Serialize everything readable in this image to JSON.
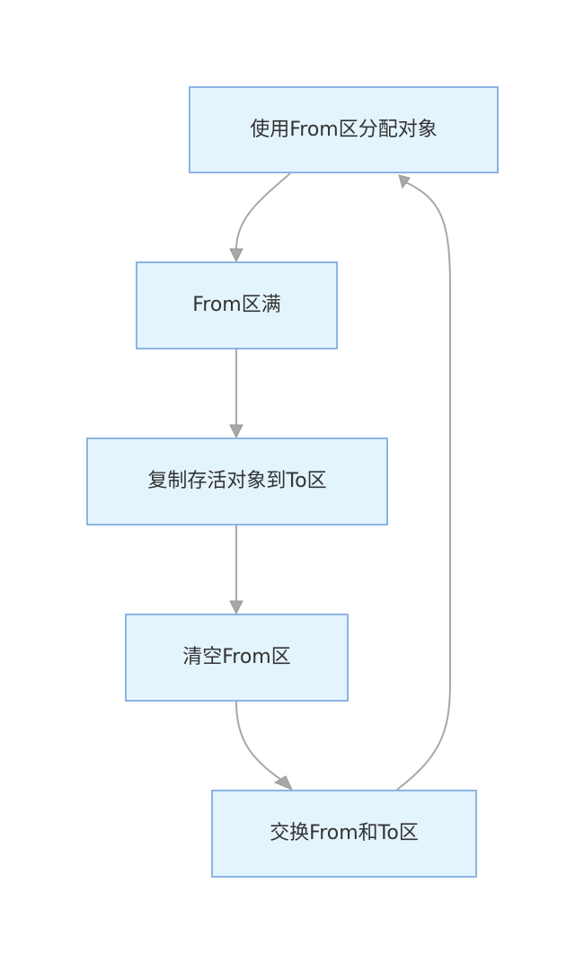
{
  "diagram": {
    "type": "flowchart",
    "nodes": [
      {
        "id": "allocate",
        "label": "使用From区分配对象"
      },
      {
        "id": "full",
        "label": "From区满"
      },
      {
        "id": "copy",
        "label": "复制存活对象到To区"
      },
      {
        "id": "clear",
        "label": "清空From区"
      },
      {
        "id": "swap",
        "label": "交换From和To区"
      }
    ],
    "edges": [
      {
        "from": "allocate",
        "to": "full"
      },
      {
        "from": "full",
        "to": "copy"
      },
      {
        "from": "copy",
        "to": "clear"
      },
      {
        "from": "clear",
        "to": "swap"
      },
      {
        "from": "swap",
        "to": "allocate"
      }
    ],
    "colors": {
      "node_fill": "#e4f4fd",
      "node_border": "#8cb4e4",
      "edge": "#a8a8a8",
      "text": "#333333"
    }
  }
}
